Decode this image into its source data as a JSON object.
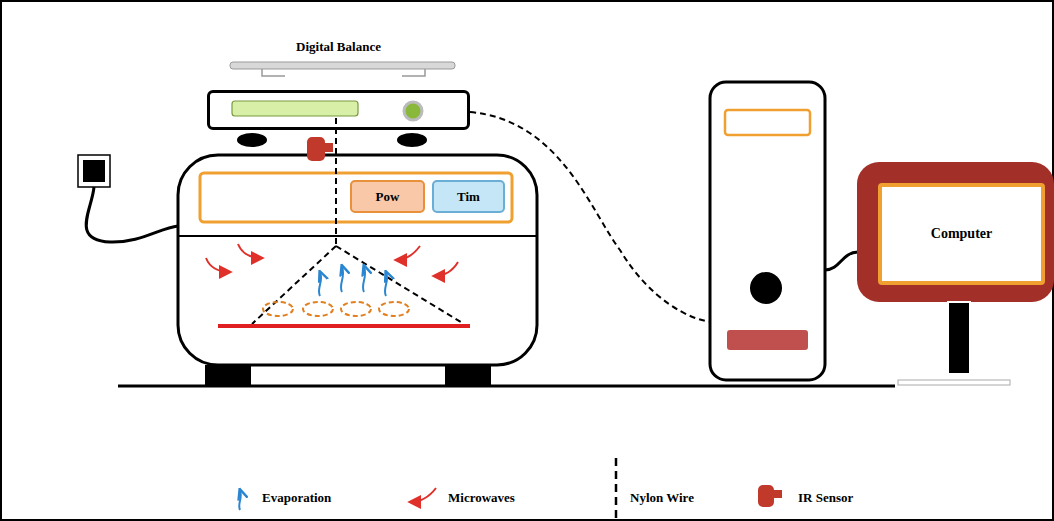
{
  "diagram": {
    "nodes": [
      {
        "text": [
          "Digital Balance"
        ]
      },
      {
        "text": [
          "Pow"
        ]
      },
      {
        "text": [
          "Tim"
        ]
      },
      {
        "text": [
          "Computer"
        ]
      }
    ],
    "legend": [
      {
        "text": "Evaporation"
      },
      {
        "text": "Microwaves"
      },
      {
        "text": "Nylon Wire"
      },
      {
        "text": "IR Sensor"
      }
    ]
  }
}
